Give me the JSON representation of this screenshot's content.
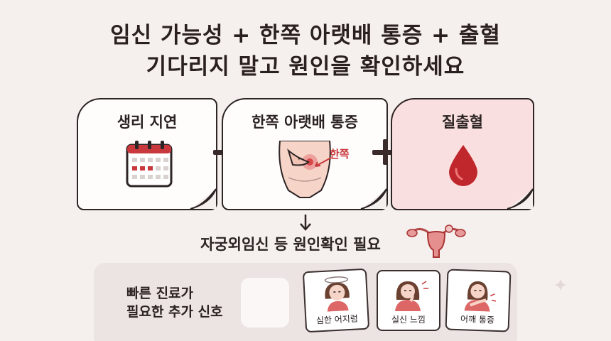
{
  "title": {
    "line1": "임신 가능성 + 한쪽 아랫배 통증 + 출혈",
    "line2": "기다리지 말고 원인을 확인하세요"
  },
  "cards": [
    {
      "label": "생리 지연",
      "icon": "calendar-icon"
    },
    {
      "label": "한쪽 아랫배 통증",
      "icon": "lower-abdomen-icon",
      "callout": "한쪽"
    },
    {
      "label": "질출혈",
      "icon": "blood-drop-icon"
    }
  ],
  "result": {
    "text": "자궁외임신 등 원인확인 필요",
    "icon": "uterus-icon"
  },
  "signs": {
    "label_line1": "빠른 진료가",
    "label_line2": "필요한 추가 신호",
    "items": [
      {
        "caption": "심한 어지럼",
        "icon": "dizzy-woman-icon"
      },
      {
        "caption": "실신 느낌",
        "icon": "faint-woman-icon"
      },
      {
        "caption": "어깨 통증",
        "icon": "shoulder-pain-woman-icon"
      }
    ]
  },
  "colors": {
    "accent": "#c8383c",
    "card_pink": "#f9dfdf",
    "background": "#f5efed"
  }
}
